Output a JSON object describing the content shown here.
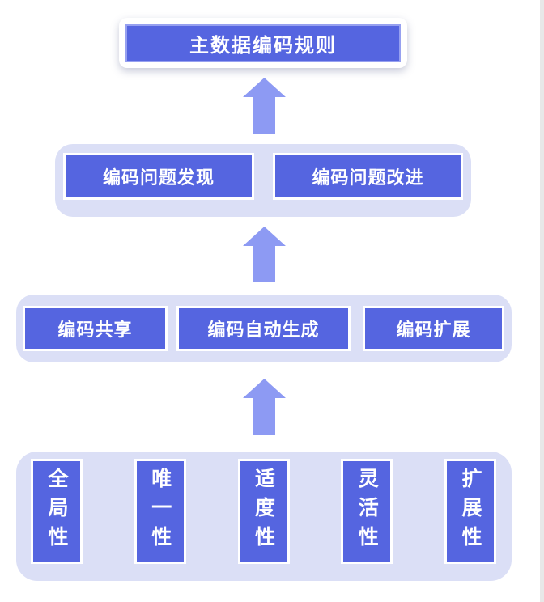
{
  "colors": {
    "page_background": "#ffffff",
    "box_blue": "#5565e0",
    "box_border": "#ffffff",
    "arrow_blue": "#8d9af3",
    "container_lavender": "#dbdff6",
    "text": "#ffffff",
    "scrollbar_track": "#e8e8e8"
  },
  "diagram": {
    "title_box": {
      "label": "主数据编码规则"
    },
    "improvement_row": {
      "boxes": [
        {
          "label": "编码问题发现"
        },
        {
          "label": "编码问题改进"
        }
      ]
    },
    "capability_row": {
      "boxes": [
        {
          "label": "编码共享"
        },
        {
          "label": "编码自动生成"
        },
        {
          "label": "编码扩展"
        }
      ]
    },
    "principle_row": {
      "boxes": [
        {
          "label": "全局性"
        },
        {
          "label": "唯一性"
        },
        {
          "label": "适度性"
        },
        {
          "label": "灵活性"
        },
        {
          "label": "扩展性"
        }
      ]
    }
  }
}
